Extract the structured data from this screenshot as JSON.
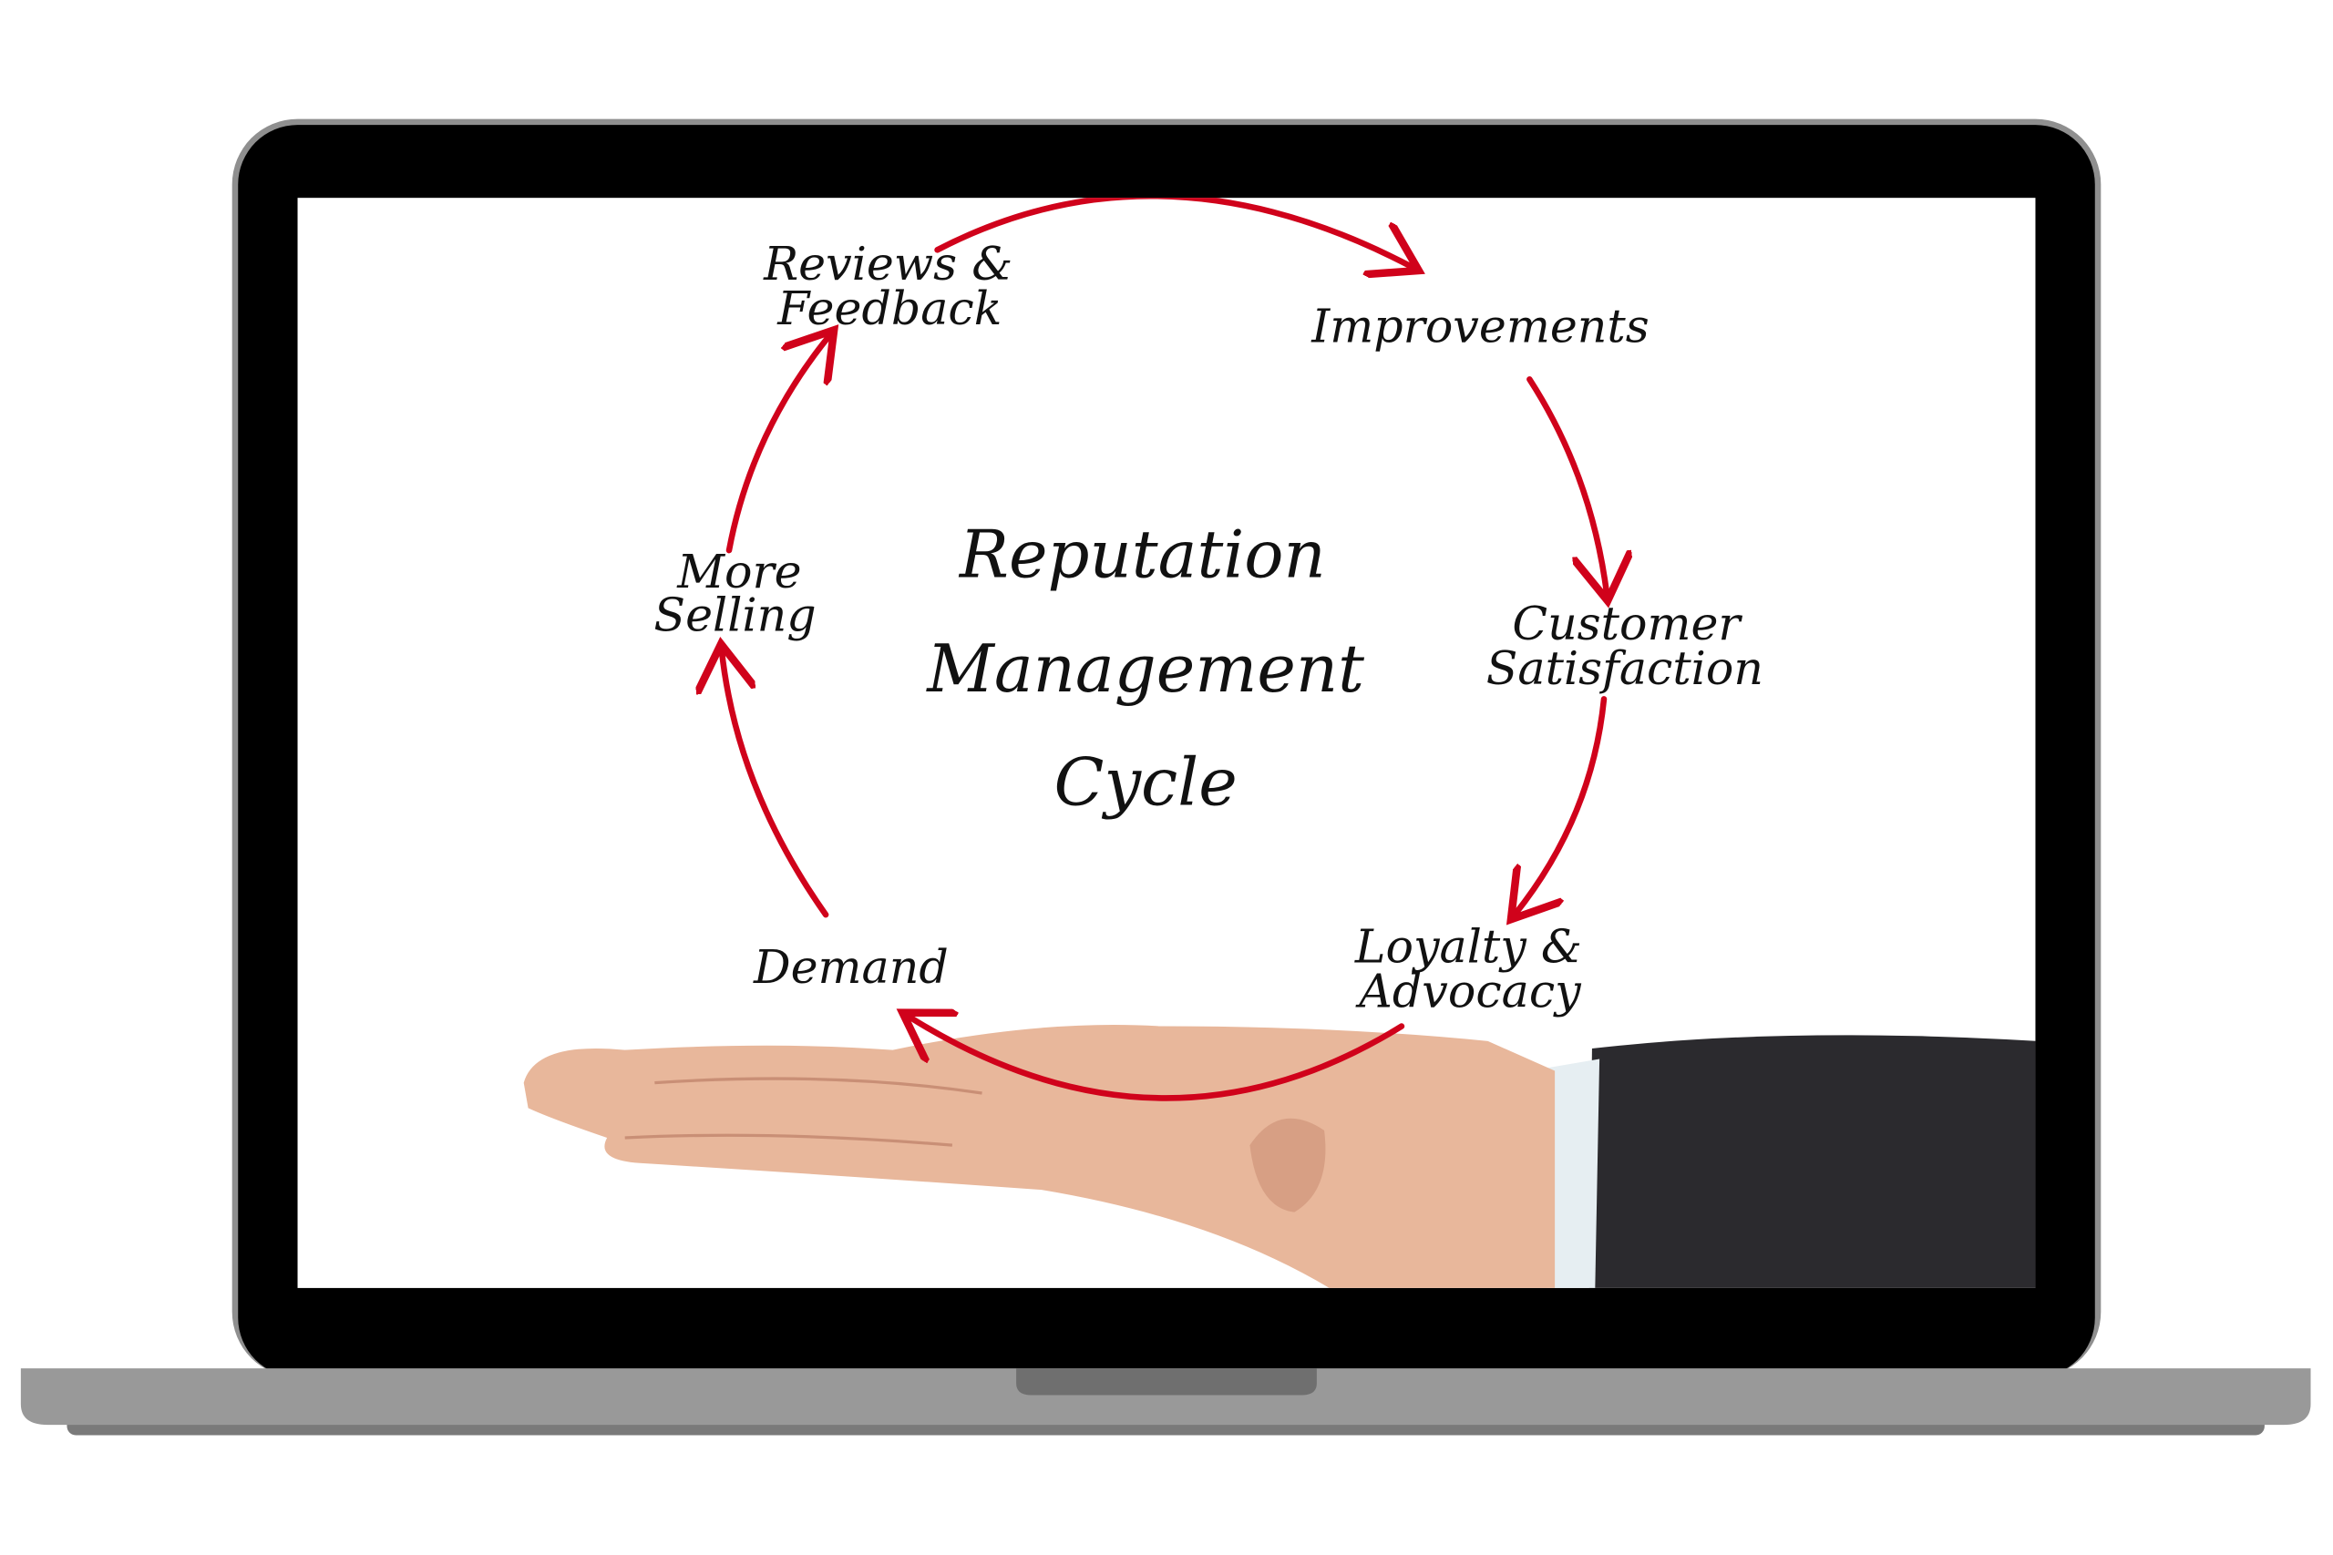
{
  "colors": {
    "arrow": "#d0021b",
    "bezel": "#000000",
    "frame": "#8f8f8f",
    "base": "#999999"
  },
  "diagram": {
    "title_lines": [
      "Reputation",
      "Management",
      "Cycle"
    ],
    "steps": [
      {
        "lines": [
          "Reviews &",
          "Feedback"
        ]
      },
      {
        "lines": [
          "Improvements"
        ]
      },
      {
        "lines": [
          "Customer",
          "Satisfaction"
        ]
      },
      {
        "lines": [
          "Loyalty &",
          "Advocacy"
        ]
      },
      {
        "lines": [
          "Demand"
        ]
      },
      {
        "lines": [
          "More",
          "Selling"
        ]
      }
    ]
  }
}
